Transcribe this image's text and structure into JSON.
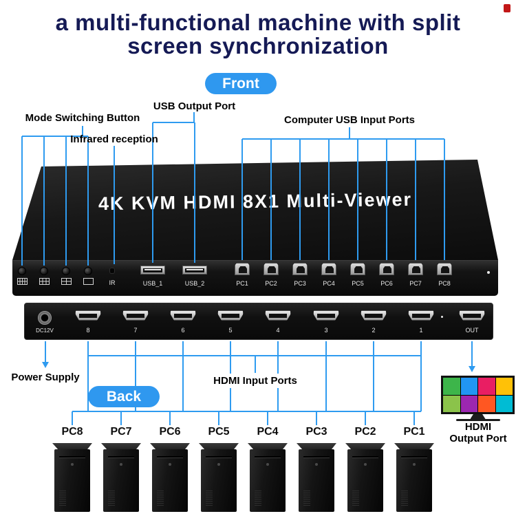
{
  "colors": {
    "accent": "#2E9BF0",
    "title_navy": "#151A55",
    "pill_blue": "#2F98EF"
  },
  "title": {
    "line1": "a multi-functional machine with split",
    "line2": "screen synchronization"
  },
  "badges": {
    "front": "Front",
    "back": "Back"
  },
  "callouts": {
    "usb_output_port": "USB Output Port",
    "mode_switching_button": "Mode Switching Button",
    "infrared_reception": "Infrared reception",
    "computer_usb_input_ports": "Computer USB Input Ports",
    "power_supply": "Power Supply",
    "hdmi_input_ports": "HDMI Input Ports",
    "hdmi_output_line1": "HDMI",
    "hdmi_output_line2": "Output Port"
  },
  "device": {
    "top_label": "4K KVM HDMI 8X1 Multi-Viewer",
    "front_panel": {
      "ir_label": "IR",
      "usb_out_labels": [
        "USB_1",
        "USB_2"
      ],
      "pc_port_labels": [
        "PC1",
        "PC2",
        "PC3",
        "PC4",
        "PC5",
        "PC6",
        "PC7",
        "PC8"
      ]
    },
    "back_panel": {
      "dc_label": "DC12V",
      "hdmi_input_labels": [
        "8",
        "7",
        "6",
        "5",
        "4",
        "3",
        "2",
        "1"
      ],
      "out_label": "OUT"
    }
  },
  "tv": {
    "split_colors": [
      "#3db54a",
      "#2196f3",
      "#e91e63",
      "#ffc107",
      "#8bc34a",
      "#9c27b0",
      "#ff5722",
      "#00bcd4"
    ]
  },
  "pc_towers": [
    "PC8",
    "PC7",
    "PC6",
    "PC5",
    "PC4",
    "PC3",
    "PC2",
    "PC1"
  ]
}
